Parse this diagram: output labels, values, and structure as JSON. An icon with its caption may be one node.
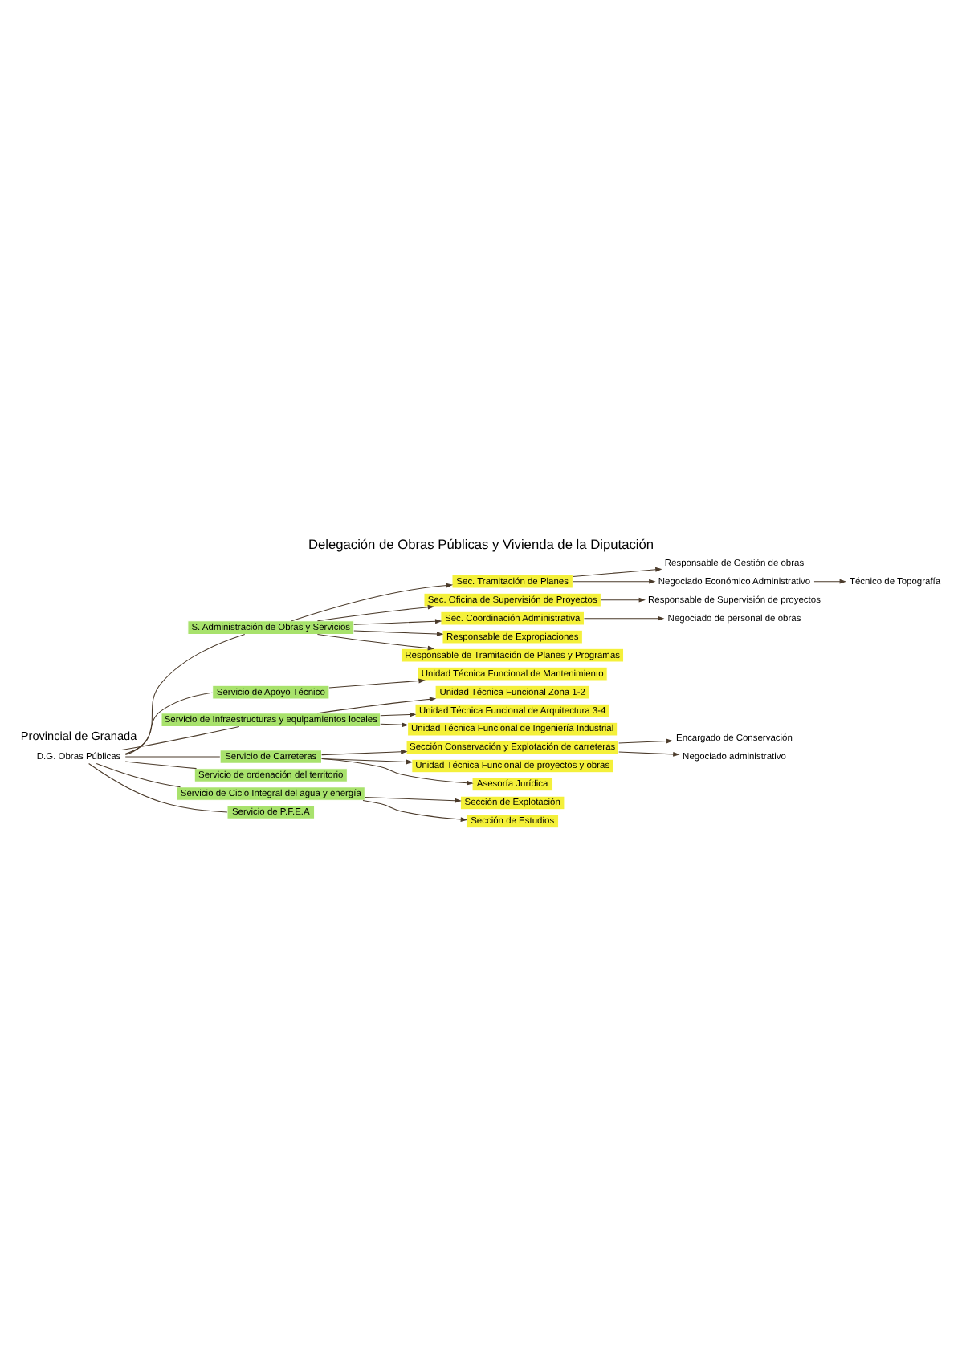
{
  "diagram": {
    "title": "Delegación de Obras Públicas y Vivienda de la Diputación",
    "nodes": [
      {
        "text": [
          "D.G. Obras Públicas"
        ]
      },
      {
        "text": [
          "S. Administración de Obras y Servicios"
        ]
      },
      {
        "text": [
          "Sec. Tramitación de Planes"
        ]
      },
      {
        "text": [
          "Responsable de Gestión de obras"
        ]
      },
      {
        "text": [
          "Negociado Económico Administrativo"
        ]
      },
      {
        "text": [
          "Técnico de Topografía"
        ]
      },
      {
        "text": [
          "Sec. Oficina de Supervisión de Proyectos"
        ]
      },
      {
        "text": [
          "Responsable de Supervisión de proyectos"
        ]
      },
      {
        "text": [
          "Sec. Coordinación Administrativa"
        ]
      },
      {
        "text": [
          "Negociado de personal de obras"
        ]
      },
      {
        "text": [
          "Responsable de Expropiaciones"
        ]
      },
      {
        "text": [
          "Responsable de Tramitación de Planes y Programas"
        ]
      },
      {
        "text": [
          "Servicio de Apoyo Técnico"
        ]
      },
      {
        "text": [
          "Unidad Técnica Funcional de Mantenimiento"
        ]
      },
      {
        "text": [
          "Servicio de Infraestructuras y equipamientos locales"
        ]
      },
      {
        "text": [
          "Unidad Técnica Funcional Zona 1-2"
        ]
      },
      {
        "text": [
          "Unidad Técnica Funcional de Arquitectura 3-4"
        ]
      },
      {
        "text": [
          "Unidad Técnica Funcional de Ingeniería Industrial"
        ]
      },
      {
        "text": [
          "Servicio de Carreteras"
        ]
      },
      {
        "text": [
          "Sección Conservación y Explotación de carreteras"
        ]
      },
      {
        "text": [
          "Encargado de Conservación"
        ]
      },
      {
        "text": [
          "Negociado administrativo"
        ]
      },
      {
        "text": [
          "Unidad Técnica Funcional de proyectos y obras"
        ]
      },
      {
        "text": [
          "Asesoría Jurídica"
        ]
      },
      {
        "text": [
          "Servicio de ordenación del territorio"
        ]
      },
      {
        "text": [
          "Servicio de Ciclo Integral del agua y energía"
        ]
      },
      {
        "text": [
          "Sección de Explotación"
        ]
      },
      {
        "text": [
          "Sección de Estudios"
        ]
      },
      {
        "text": [
          "Servicio de P.F.E.A"
        ]
      }
    ],
    "edges": [
      {
        "from": 0,
        "to": 1,
        "arrow": "none"
      },
      {
        "from": 1,
        "to": 2,
        "arrow": "to"
      },
      {
        "from": 2,
        "to": 3,
        "arrow": "to"
      },
      {
        "from": 2,
        "to": 4,
        "arrow": "to"
      },
      {
        "from": 4,
        "to": 5,
        "arrow": "to"
      },
      {
        "from": 1,
        "to": 6,
        "arrow": "to"
      },
      {
        "from": 6,
        "to": 7,
        "arrow": "to"
      },
      {
        "from": 1,
        "to": 8,
        "arrow": "to"
      },
      {
        "from": 8,
        "to": 9,
        "arrow": "to"
      },
      {
        "from": 1,
        "to": 10,
        "arrow": "to"
      },
      {
        "from": 1,
        "to": 11,
        "arrow": "to"
      },
      {
        "from": 0,
        "to": 12,
        "arrow": "none"
      },
      {
        "from": 12,
        "to": 13,
        "arrow": "to"
      },
      {
        "from": 0,
        "to": 14,
        "arrow": "none"
      },
      {
        "from": 14,
        "to": 15,
        "arrow": "to"
      },
      {
        "from": 14,
        "to": 16,
        "arrow": "to"
      },
      {
        "from": 14,
        "to": 17,
        "arrow": "to"
      },
      {
        "from": 0,
        "to": 18,
        "arrow": "none"
      },
      {
        "from": 18,
        "to": 19,
        "arrow": "to"
      },
      {
        "from": 19,
        "to": 20,
        "arrow": "to"
      },
      {
        "from": 19,
        "to": 21,
        "arrow": "to"
      },
      {
        "from": 18,
        "to": 22,
        "arrow": "to"
      },
      {
        "from": 18,
        "to": 23,
        "arrow": "to"
      },
      {
        "from": 0,
        "to": 24,
        "arrow": "none"
      },
      {
        "from": 0,
        "to": 25,
        "arrow": "none"
      },
      {
        "from": 25,
        "to": 26,
        "arrow": "to"
      },
      {
        "from": 25,
        "to": 27,
        "arrow": "to"
      },
      {
        "from": 0,
        "to": 28,
        "arrow": "none"
      }
    ],
    "labels": [
      "Provincial de Granada"
    ]
  }
}
